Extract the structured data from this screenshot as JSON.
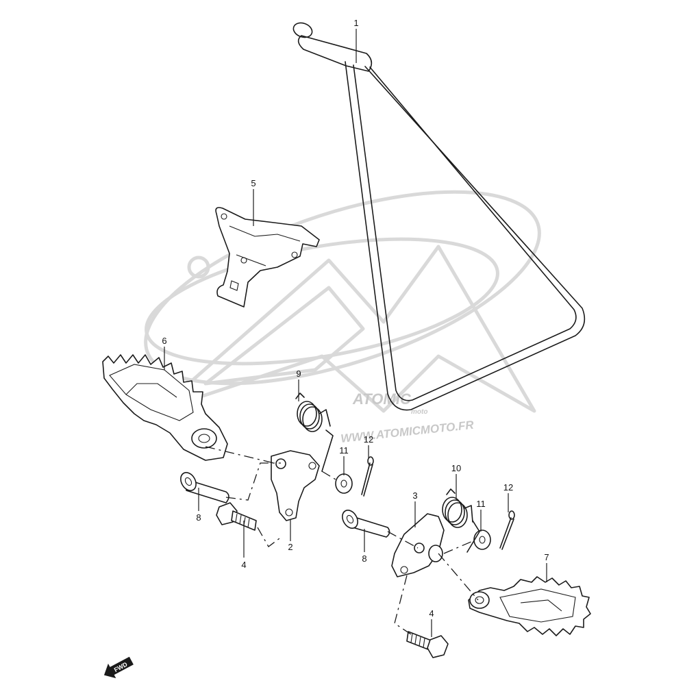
{
  "watermark": {
    "url": "WWW.ATOMICMOTO.FR",
    "brand": "ATOMIC",
    "brand_small": "moto"
  },
  "direction_indicator": {
    "label": "FWD"
  },
  "callouts": [
    {
      "id": "1",
      "label": "1",
      "part": "stand"
    },
    {
      "id": "2",
      "label": "2",
      "part": "left-footrest-bracket"
    },
    {
      "id": "3",
      "label": "3",
      "part": "right-footrest-bracket"
    },
    {
      "id": "4a",
      "label": "4",
      "part": "bolt-left"
    },
    {
      "id": "4b",
      "label": "4",
      "part": "bolt-right"
    },
    {
      "id": "5",
      "label": "5",
      "part": "stand-bracket"
    },
    {
      "id": "6",
      "label": "6",
      "part": "left-footrest"
    },
    {
      "id": "7",
      "label": "7",
      "part": "right-footrest"
    },
    {
      "id": "8a",
      "label": "8",
      "part": "pin-left"
    },
    {
      "id": "8b",
      "label": "8",
      "part": "pin-right"
    },
    {
      "id": "9",
      "label": "9",
      "part": "spring-left"
    },
    {
      "id": "10",
      "label": "10",
      "part": "spring-right"
    },
    {
      "id": "11a",
      "label": "11",
      "part": "washer-left"
    },
    {
      "id": "11b",
      "label": "11",
      "part": "washer-right"
    },
    {
      "id": "12a",
      "label": "12",
      "part": "cotter-pin-left"
    },
    {
      "id": "12b",
      "label": "12",
      "part": "cotter-pin-right"
    }
  ],
  "colors": {
    "line": "#1a1a1a",
    "watermark": "#d9d9d9",
    "background": "#ffffff"
  }
}
